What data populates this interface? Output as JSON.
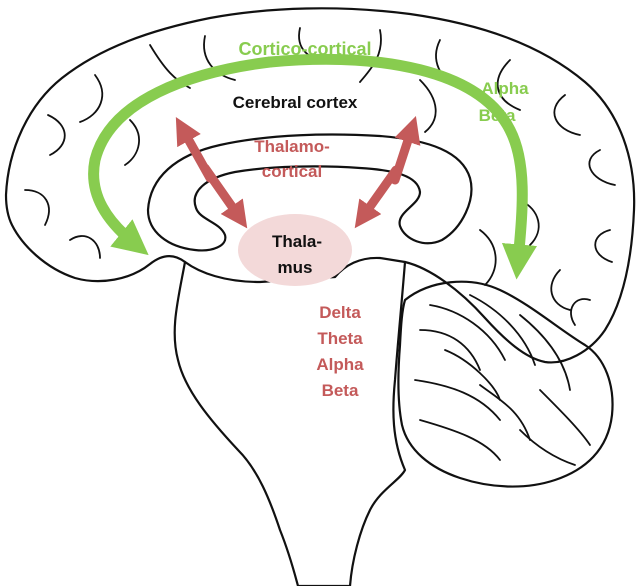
{
  "labels": {
    "cortico_cortical": "Cortico-cortical",
    "cortex_bands": [
      "Alpha",
      "Beta"
    ],
    "cerebral_cortex": "Cerebral cortex",
    "thalamocortical": [
      "Thalamo-",
      "cortical"
    ],
    "thalamus": [
      "Thala-",
      "mus"
    ],
    "thalamic_bands": [
      "Delta",
      "Theta",
      "Alpha",
      "Beta"
    ]
  },
  "colors": {
    "cortex_fill": "#eef5dc",
    "green_arrow": "#88cc4f",
    "red_arrow": "#c45a5a",
    "thalamus_fill": "#f3d9d9",
    "outline": "#111111",
    "label_dark": "#111111",
    "label_green": "#88cc4f",
    "label_red": "#c45a5a"
  }
}
